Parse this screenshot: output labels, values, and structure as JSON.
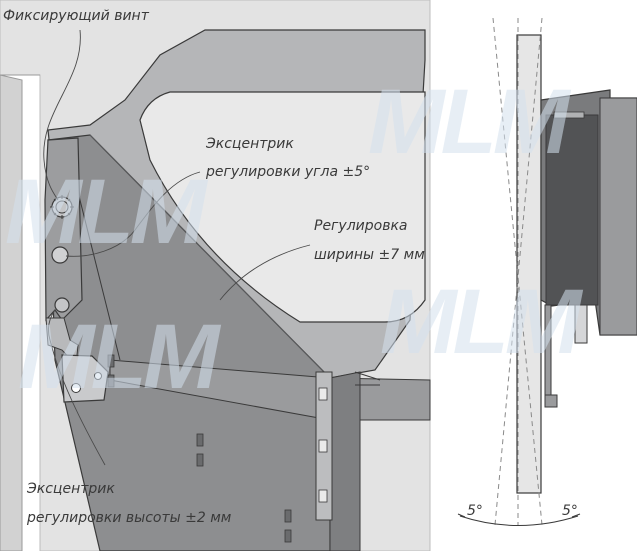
{
  "labels": {
    "fixing_screw": "Фиксирующий винт",
    "angle_eccentric_1": "Эксцентрик",
    "angle_eccentric_2": "регулировки угла ±5°",
    "width_adjust_1": "Регулировка",
    "width_adjust_2": "ширины ±7 мм",
    "height_eccentric_1": "Эксцентрик",
    "height_eccentric_2": "регулировки высоты ±2 мм",
    "angle_left": "5°",
    "angle_right": "5°"
  },
  "watermark": "MLM",
  "colors": {
    "cabinet_wall": "#e3e3e3",
    "drawer_side": "#8d8e90",
    "drawer_top": "#b5b6b8",
    "front_panel": "#e6e6e6",
    "line": "#3a3a3a",
    "dashed": "#8a8a8a",
    "watermark": "#d4e1ee"
  }
}
